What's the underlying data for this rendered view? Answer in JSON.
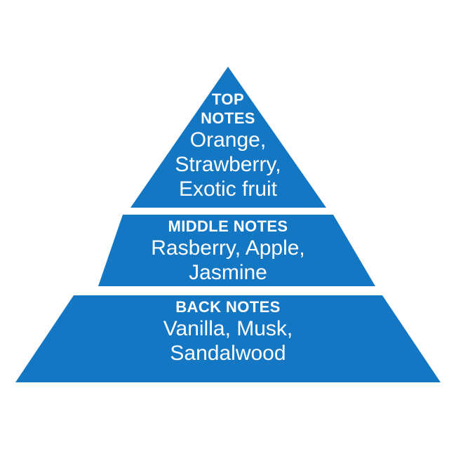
{
  "figure": {
    "name": "fragrance-notes-pyramid",
    "background_color": "#ffffff",
    "band_color": "#1477c4",
    "text_color": "#ffffff"
  },
  "chart_data": {
    "type": "pyramid",
    "title": "",
    "orientation": "apex-up",
    "levels": [
      {
        "id": "top",
        "heading_line_1": "TOP",
        "heading_line_2": "NOTES",
        "heading": "TOP NOTES",
        "items": [
          "Orange,",
          "Strawberry,",
          "Exotic fruit"
        ],
        "items_plain": [
          "Orange",
          "Strawberry",
          "Exotic fruit"
        ]
      },
      {
        "id": "middle",
        "heading": "MIDDLE NOTES",
        "items": [
          "Rasberry, Apple,",
          "Jasmine"
        ],
        "items_plain": [
          "Rasberry",
          "Apple",
          "Jasmine"
        ]
      },
      {
        "id": "back",
        "heading": "BACK NOTES",
        "items": [
          "Vanilla, Musk,",
          "Sandalwood"
        ],
        "items_plain": [
          "Vanilla",
          "Musk",
          "Sandalwood"
        ]
      }
    ]
  }
}
